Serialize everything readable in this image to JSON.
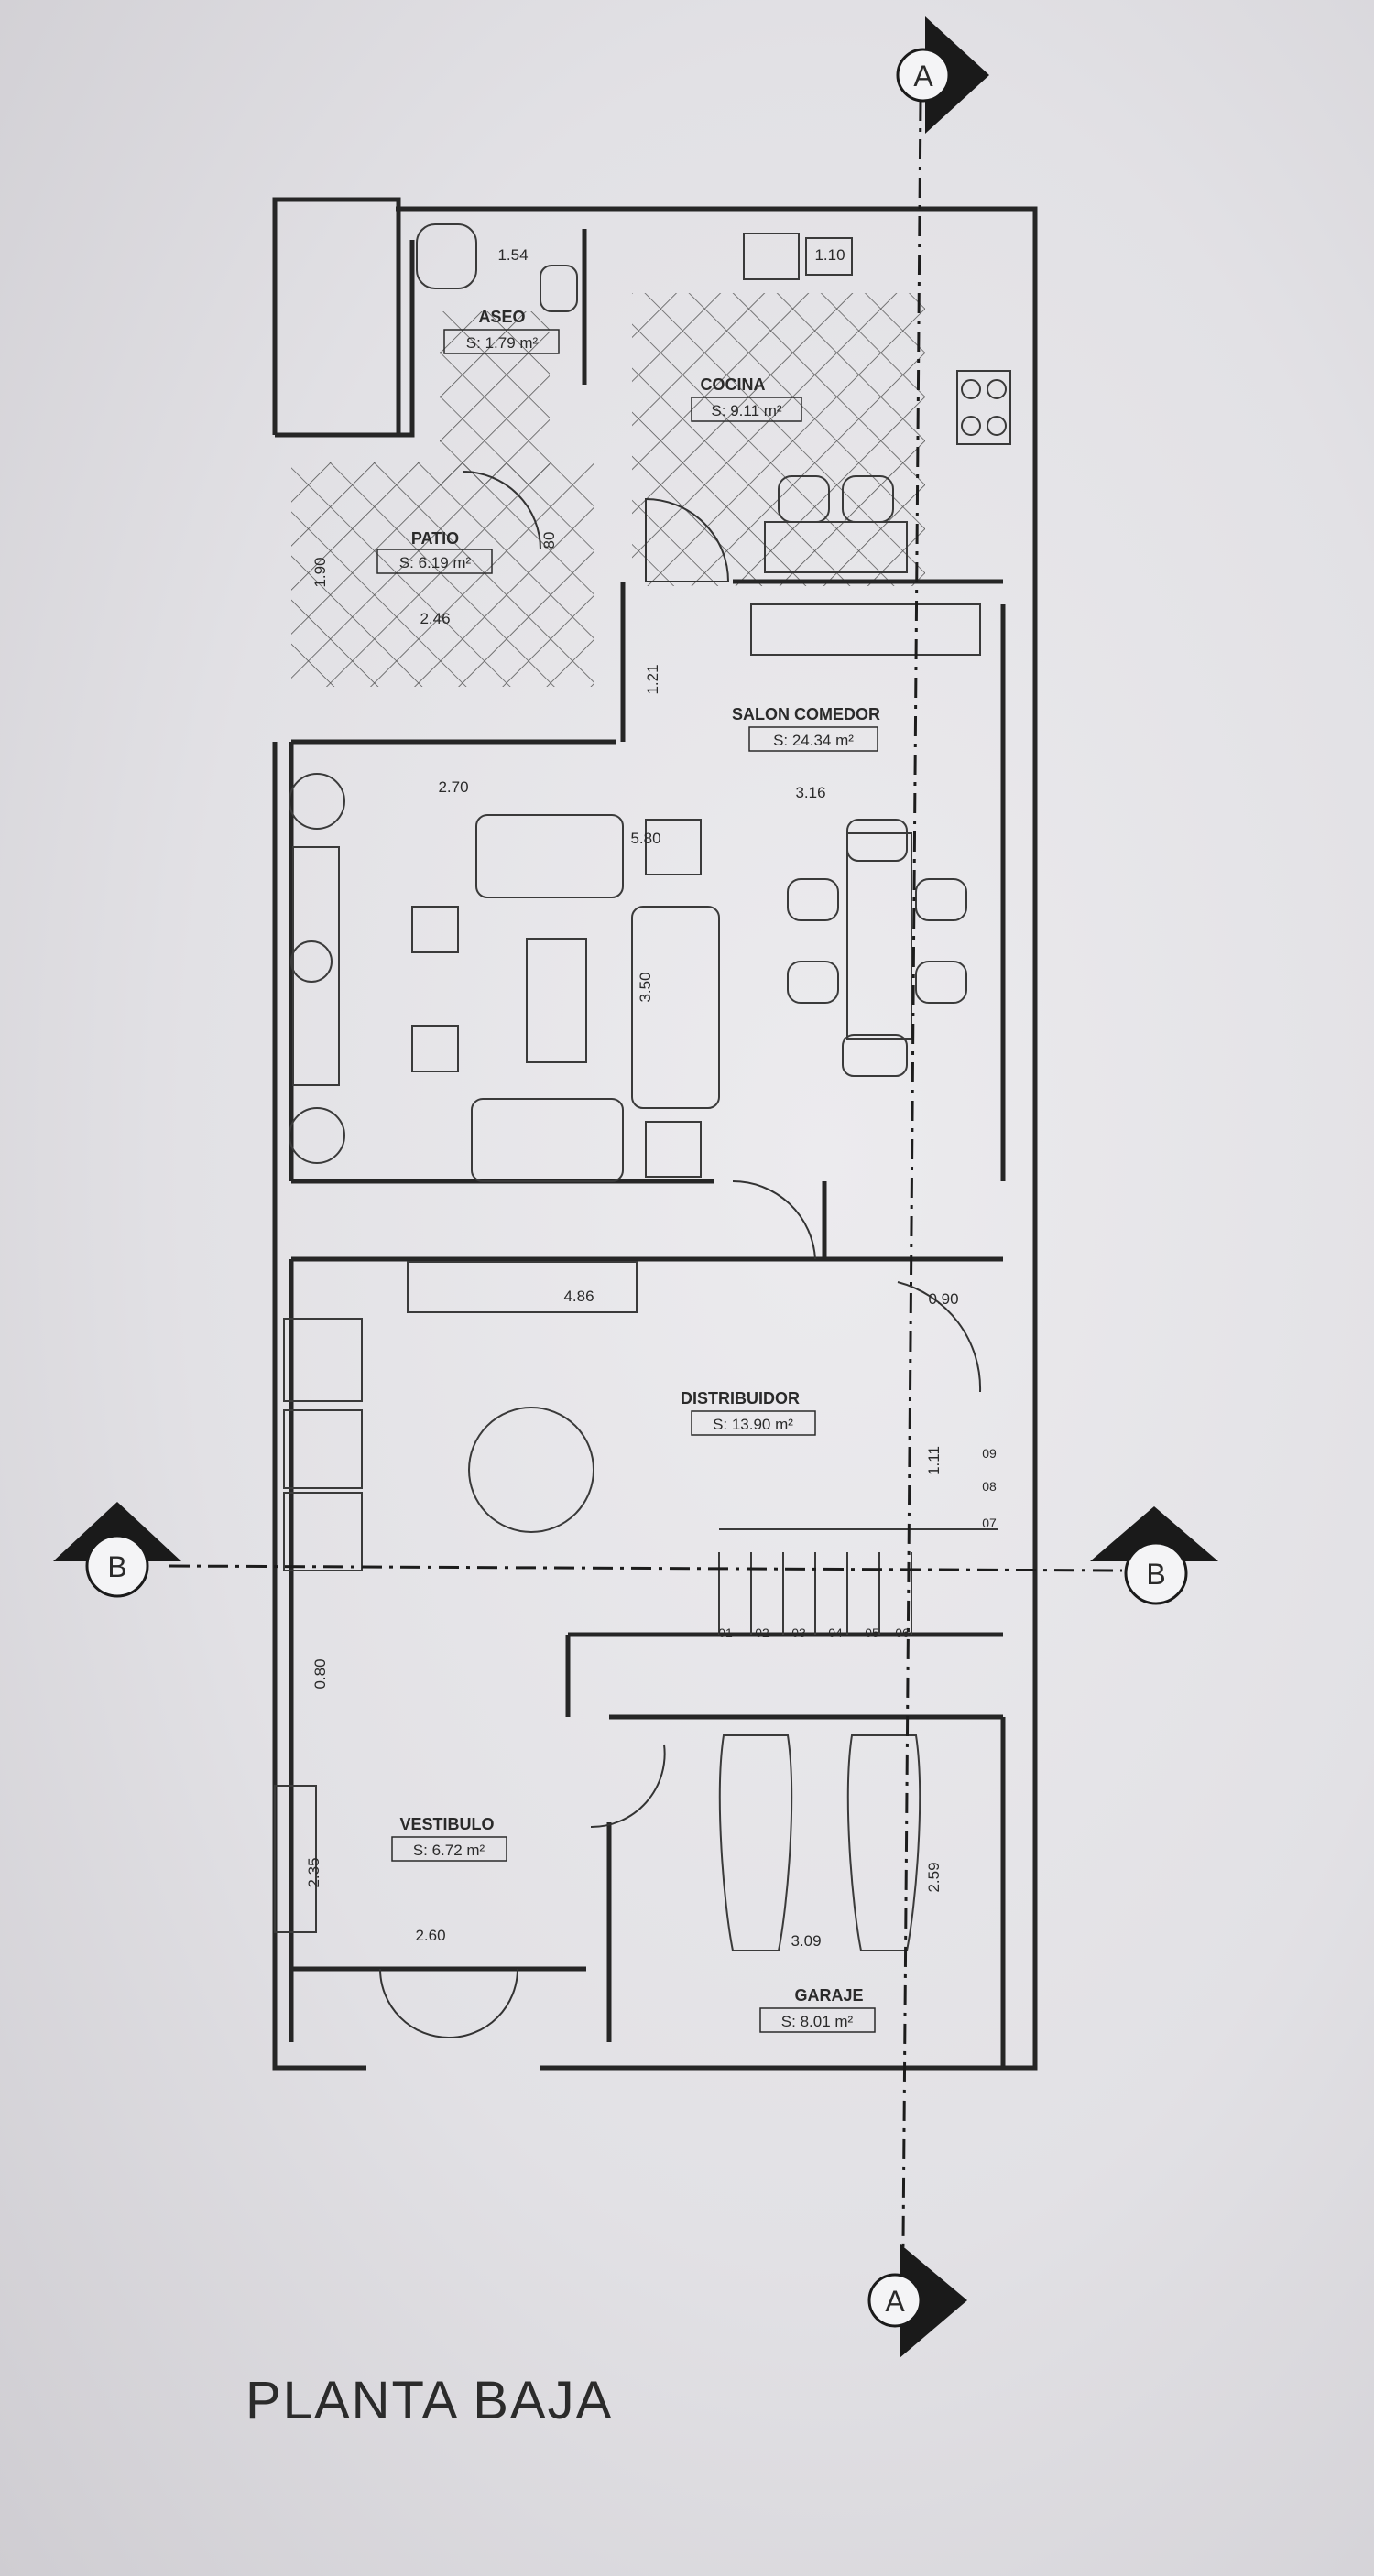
{
  "title": "PLANTA BAJA",
  "section_marks": {
    "a_top": "A",
    "a_bottom": "A",
    "b_left": "B",
    "b_right": "B"
  },
  "rooms": {
    "aseo": {
      "name": "ASEO",
      "area": "S: 1.79 m²"
    },
    "cocina": {
      "name": "COCINA",
      "area": "S: 9.11 m²"
    },
    "patio": {
      "name": "PATIO",
      "area": "S: 6.19 m²"
    },
    "salon": {
      "name": "SALON COMEDOR",
      "area": "S: 24.34 m²"
    },
    "distribuidor": {
      "name": "DISTRIBUIDOR",
      "area": "S: 13.90 m²"
    },
    "vestibulo": {
      "name": "VESTIBULO",
      "area": "S: 6.72 m²"
    },
    "garaje": {
      "name": "GARAJE",
      "area": "S: 8.01 m²"
    }
  },
  "dimensions": {
    "d_1_54": "1.54",
    "d_1_10": "1.10",
    "d_0_80_door": "80",
    "d_1_90": "1.90",
    "d_2_46": "2.46",
    "d_1_21": "1.21",
    "d_2_70": "2.70",
    "d_3_16": "3.16",
    "d_5_80": "5.80",
    "d_3_50": "3.50",
    "d_4_86": "4.86",
    "d_0_90": "0.90",
    "d_0_80": "0.80",
    "d_2_35": "2.35",
    "d_2_60": "2.60",
    "d_3_09": "3.09",
    "d_2_59": "2.59",
    "d_1_11": "1.11"
  },
  "stair_steps": [
    "01",
    "02",
    "03",
    "04",
    "05",
    "06",
    "07",
    "08",
    "09"
  ]
}
